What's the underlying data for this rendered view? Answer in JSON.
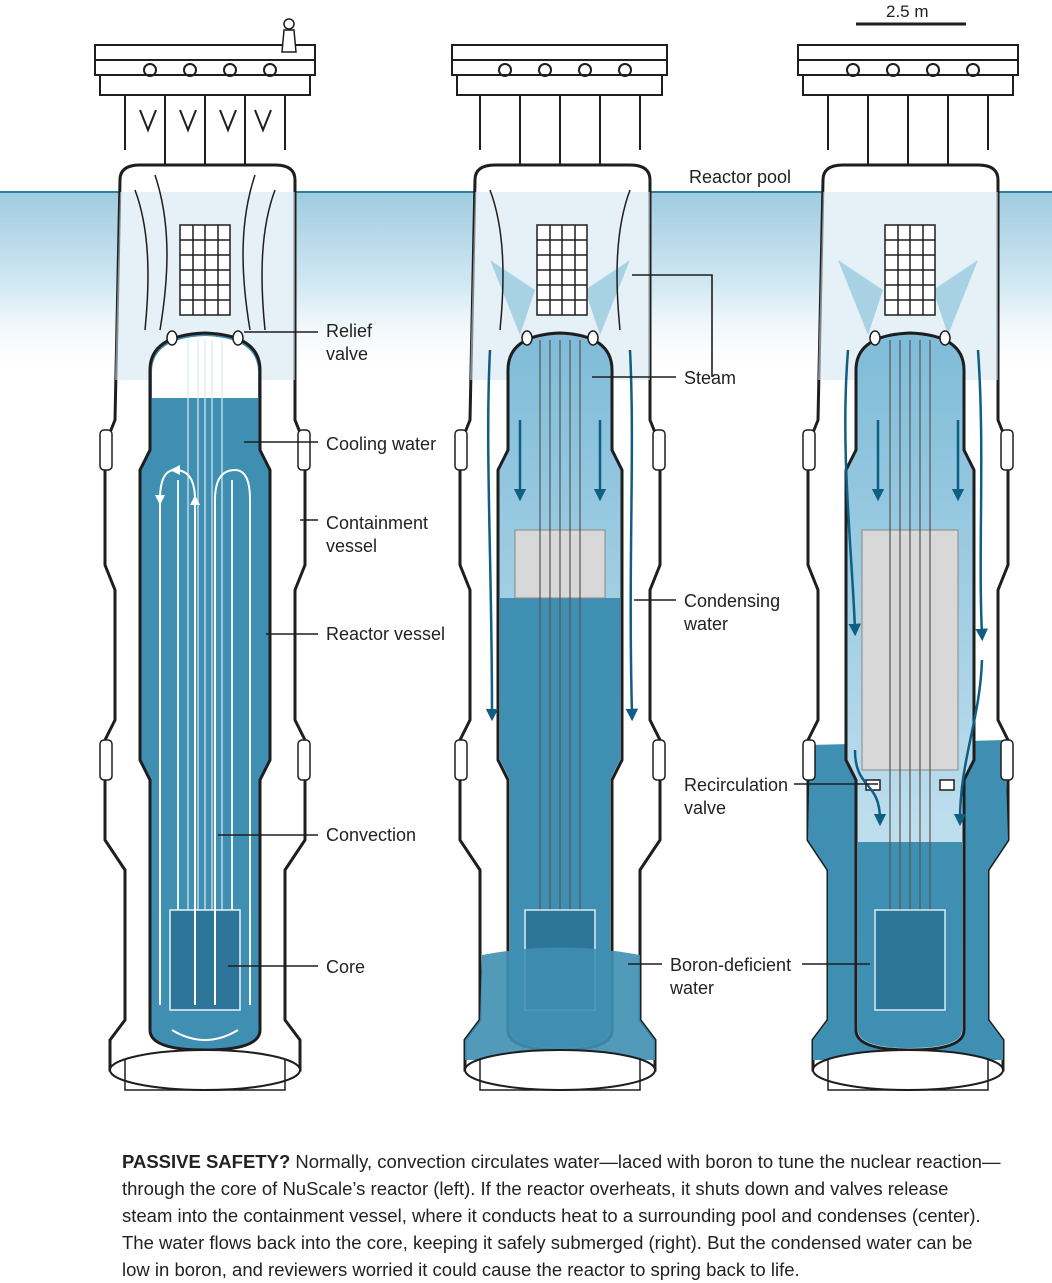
{
  "scale": {
    "label": "2.5 m"
  },
  "labels": {
    "reactor_pool": "Reactor pool",
    "relief_valve": [
      "Relief",
      "valve"
    ],
    "cooling_water": "Cooling water",
    "containment_vessel": [
      "Containment",
      "vessel"
    ],
    "reactor_vessel": "Reactor vessel",
    "convection": "Convection",
    "core": "Core",
    "steam_upper": "",
    "steam": "Steam",
    "condensing_water": [
      "Condensing",
      "water"
    ],
    "recirculation_valve": [
      "Recirculation",
      "valve"
    ],
    "boron_deficient_water": [
      "Boron-deficient",
      "water"
    ]
  },
  "caption": {
    "heading": "PASSIVE SAFETY?",
    "body": " Normally, convection circulates water—laced with boron to tune the nuclear reaction—through the core of NuScale’s reactor (left). If the reactor overheats, it shuts down and valves release steam into the containment vessel, where it conducts heat to a surrounding pool and condenses (center). The water flows back into the core, keeping it safely submerged (right). But the condensed water can be low in boron, and reviewers worried it could cause the reactor to spring back to life."
  },
  "colors": {
    "water": "#3f8fb3",
    "water_light": "#bcdcea",
    "pool": "#d6eaf3",
    "arrow": "#0f5e84",
    "outline": "#1e1e1e"
  }
}
